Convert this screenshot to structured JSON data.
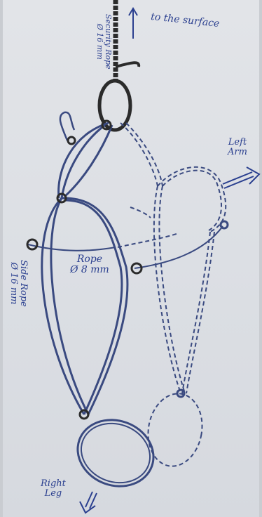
{
  "labels": {
    "security_rope_line1": "Security Rope",
    "security_rope_line2": "Ø 16 mm",
    "to_the_surface": "to the surface",
    "left_arm_line1": "Left",
    "left_arm_line2": "Arm",
    "rope_line1": "Rope",
    "rope_line2": "Ø 8 mm",
    "side_rope_line1": "Side Rope",
    "side_rope_line2": "Ø 16 mm",
    "right_leg_line1": "Right",
    "right_leg_line2": "Leg"
  },
  "colors": {
    "ink": "#2a3f8f",
    "dark_rope": "#2b2b2b",
    "paper": "#dfe2e6"
  }
}
